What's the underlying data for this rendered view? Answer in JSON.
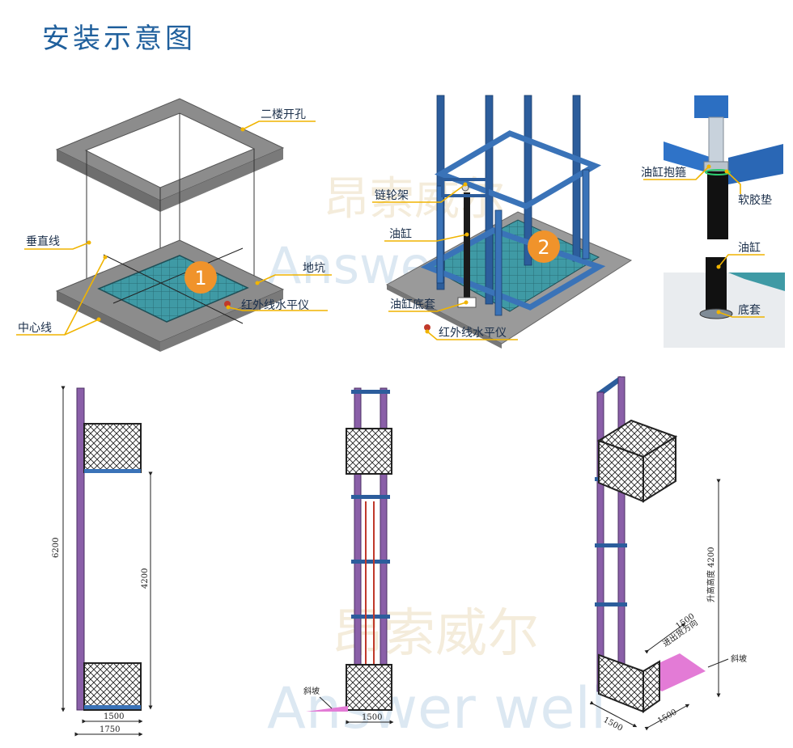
{
  "title": "安装示意图",
  "watermark": {
    "cn": "昂索威尔",
    "en": "Answer well"
  },
  "panel1": {
    "badge": "1",
    "labels": {
      "opening": "二楼开孔",
      "plumb": "垂直线",
      "pit": "地坑",
      "centerline": "中心线",
      "level": "红外线水平仪"
    }
  },
  "panel2": {
    "badge": "2",
    "labels": {
      "sprocket": "链轮架",
      "cylinder": "油缸",
      "base": "油缸底套",
      "level": "红外线水平仪"
    }
  },
  "panel3": {
    "labels": {
      "clamp": "油缸抱箍",
      "pad": "软胶垫",
      "cylinder": "油缸",
      "base": "底套"
    }
  },
  "drawing_side": {
    "total_height": "6200",
    "lift_height": "4200",
    "platform_width": "1500",
    "overall_width": "1750"
  },
  "drawing_front": {
    "ramp": "斜坡",
    "width": "1500"
  },
  "drawing_iso": {
    "lift_height": "升高高度 4200",
    "direction_len": "1500",
    "direction": "进出货方向",
    "ramp": "斜坡",
    "width_a": "1500",
    "width_b": "1500"
  },
  "colors": {
    "title": "#1f5f9c",
    "frame_blue": "#2c5d9c",
    "grate_teal": "#3f9aa5",
    "badge_orange": "#f0932b",
    "mast_purple": "#8a5fa8",
    "ramp_pink": "#e37bd6",
    "concrete": "#8c8c8c"
  }
}
